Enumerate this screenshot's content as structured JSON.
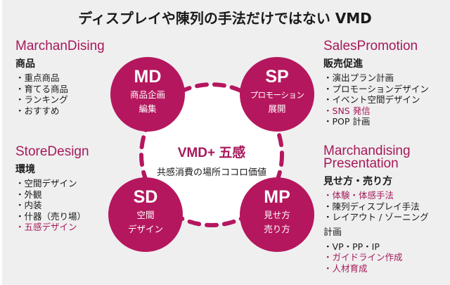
{
  "title": "ディスプレイや陳列の手法だけではない VMD",
  "colors": {
    "accent": "#b5175e",
    "panel": "#efefef",
    "text": "#1a1a1a"
  },
  "blocks": {
    "md": {
      "english": "MarchanDising",
      "heading": "商品",
      "items": [
        {
          "text": "重点商品",
          "accent": false
        },
        {
          "text": "育てる商品",
          "accent": false
        },
        {
          "text": "ランキング",
          "accent": false
        },
        {
          "text": "おすすめ",
          "accent": false
        }
      ]
    },
    "sd": {
      "english": "StoreDesign",
      "heading": "環境",
      "items": [
        {
          "text": "空間デザイン",
          "accent": false
        },
        {
          "text": "外観",
          "accent": false
        },
        {
          "text": "内装",
          "accent": false
        },
        {
          "text": "什器（売り場）",
          "accent": false
        },
        {
          "text": "五感デザイン",
          "accent": true
        }
      ]
    },
    "sp": {
      "english": "SalesPromotion",
      "heading": "販売促進",
      "items": [
        {
          "text": "演出プラン計画",
          "accent": false
        },
        {
          "text": "プロモーションデザイン",
          "accent": false
        },
        {
          "text": "イベント空間デザイン",
          "accent": false
        },
        {
          "text": "SNS 発信",
          "accent": true
        },
        {
          "text": "POP 計画",
          "accent": false
        }
      ]
    },
    "mp": {
      "english_line1": "Marchandising",
      "english_line2": "Presentation",
      "heading": "見せ方・売り方",
      "items": [
        {
          "text": "体験・体感手法",
          "accent": true
        },
        {
          "text": "陳列ディスプレイ手法",
          "accent": false
        },
        {
          "text": "レイアウト / ゾーニング",
          "accent": false
        }
      ],
      "subheading": "計画",
      "items2": [
        {
          "text": "VP・PP・IP",
          "accent": false
        },
        {
          "text": "ガイドライン作成",
          "accent": true
        },
        {
          "text": "人材育成",
          "accent": true
        }
      ]
    }
  },
  "circles": {
    "md": {
      "abbr": "MD",
      "line1": "商品企画",
      "line2": "編集"
    },
    "sp": {
      "abbr": "SP",
      "line1": "プロモーション",
      "line2": "展開"
    },
    "sd": {
      "abbr": "SD",
      "line1": "空間",
      "line2": "デザイン"
    },
    "mp": {
      "abbr": "MP",
      "line1": "見せ方",
      "line2": "売り方"
    }
  },
  "center": {
    "title": "VMD+ 五感",
    "subtitle": "共感消費の場所ココロ価値"
  }
}
